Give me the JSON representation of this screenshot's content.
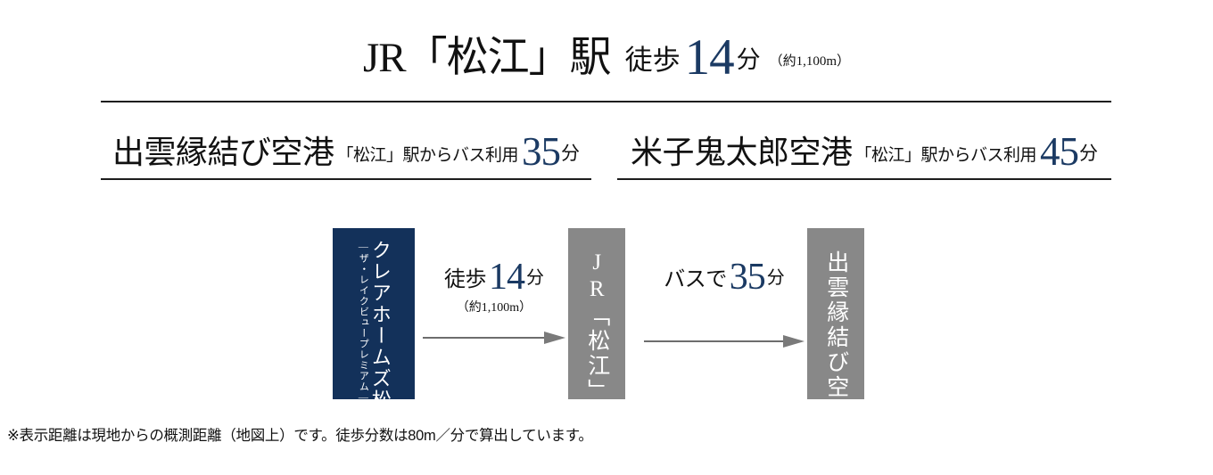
{
  "headline": {
    "station": "JR「松江」駅",
    "mode": "徒歩",
    "minutes": "14",
    "unit": "分",
    "distance": "（約1,100m）"
  },
  "airports": [
    {
      "name": "出雲縁結び空港",
      "via": "「松江」駅からバス利用",
      "minutes": "35",
      "unit": "分"
    },
    {
      "name": "米子鬼太郎空港",
      "via": "「松江」駅からバス利用",
      "minutes": "45",
      "unit": "分"
    }
  ],
  "flow": {
    "origin": {
      "title": "クレアホームズ松江大橋",
      "subtitle": "―ザ・レイクビュープレミアム―"
    },
    "station": {
      "title": "JR「松江」駅"
    },
    "airport": {
      "title": "出雲縁結び空港"
    },
    "segments": [
      {
        "mode": "徒歩",
        "minutes": "14",
        "unit": "分",
        "distance": "（約1,100m）",
        "arrow": "arrow-right-icon"
      },
      {
        "mode": "バスで",
        "minutes": "35",
        "unit": "分",
        "distance": "",
        "arrow": "arrow-right-icon"
      }
    ]
  },
  "footnote": "※表示距離は現地からの概測距離（地図上）です。徒歩分数は80m／分で算出しています。",
  "colors": {
    "navy": "#13315a",
    "accent_number": "#1b3a63",
    "gray_box": "#888888",
    "rule": "#1d1d1d"
  }
}
